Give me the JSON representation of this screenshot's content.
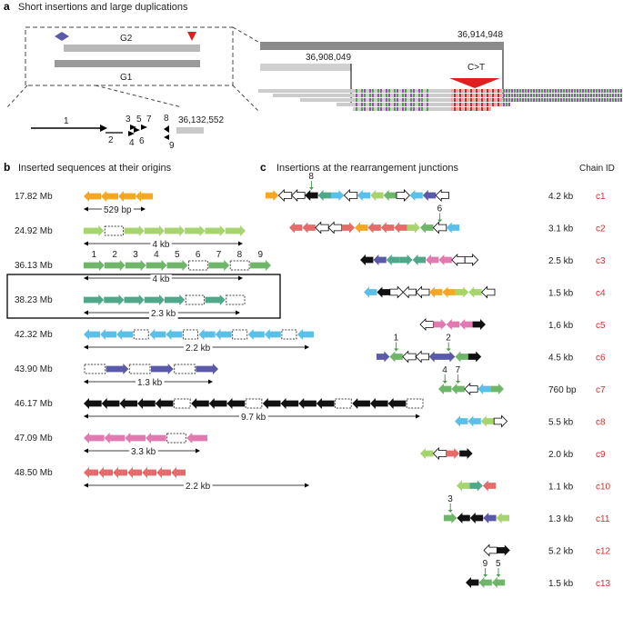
{
  "colors": {
    "orange": "#f5a623",
    "lime": "#a8d46f",
    "green": "#6fb56a",
    "teal": "#4fa88a",
    "cyan": "#5bc0e8",
    "purple": "#5a5aa8",
    "black": "#111111",
    "pink": "#e07ab0",
    "salmon": "#e56b6b",
    "white": "#ffffff",
    "gray": "#c0c0c0",
    "red": "#e02020",
    "darkgray": "#8a8a8a",
    "lightgray": "#cfcfcf"
  },
  "panel_a": {
    "letter": "a",
    "title": "Short insertions and large duplications",
    "g2_label": "G2",
    "g1_label": "G1",
    "coord_top": "36,914,948",
    "coord_mid": "36,908,049",
    "mutation": "C>T",
    "coord_small": "36,132,552",
    "arrow_numbers": [
      "1",
      "2",
      "3",
      "4",
      "5",
      "6",
      "7",
      "8",
      "9"
    ]
  },
  "panel_b": {
    "letter": "b",
    "title": "Inserted sequences at their origins",
    "rows": [
      {
        "pos": "17.82 Mb",
        "size": "529 bp",
        "color": "orange",
        "dir": "L",
        "n": 4,
        "gaps": []
      },
      {
        "pos": "24.92 Mb",
        "size": "4 kb",
        "color": "lime",
        "dir": "R",
        "n": 8,
        "gaps": [
          1
        ]
      },
      {
        "pos": "36.13 Mb",
        "size": "4 kb",
        "color": "green",
        "dir": "R",
        "n": 9,
        "gaps": [
          5,
          7
        ],
        "nums": [
          "1",
          "2",
          "3",
          "4",
          "5",
          "6",
          "7",
          "8",
          "9"
        ]
      },
      {
        "pos": "38.23 Mb",
        "size": "2.3 kb",
        "color": "teal",
        "dir": "R",
        "n": 8,
        "gaps": [
          5,
          7
        ]
      },
      {
        "pos": "42.32 Mb",
        "size": "2.2 kb",
        "color": "cyan",
        "dir": "L",
        "n": 14,
        "gaps": [
          3,
          6,
          9,
          12
        ]
      },
      {
        "pos": "43.90 Mb",
        "size": "1.3 kb",
        "color": "purple",
        "dir": "R",
        "n": 6,
        "gaps": [
          0,
          2,
          4
        ]
      },
      {
        "pos": "46.17 Mb",
        "size": "9.7 kb",
        "color": "black",
        "dir": "L",
        "n": 19,
        "gaps": [
          5,
          9,
          14,
          18
        ]
      },
      {
        "pos": "47.09 Mb",
        "size": "3.3 kb",
        "color": "pink",
        "dir": "L",
        "n": 6,
        "gaps": [
          4
        ]
      },
      {
        "pos": "48.50 Mb",
        "size": "2.2 kb",
        "color": "salmon",
        "dir": "L",
        "n": 7,
        "gaps": []
      }
    ]
  },
  "panel_c": {
    "letter": "c",
    "title": "Insertions at the rearrangement junctions",
    "chain_header": "Chain ID",
    "rows": [
      {
        "size": "4.2 kb",
        "id": "c1",
        "start": 292,
        "segs": [
          "orange",
          "white",
          "white",
          "black",
          "teal",
          "cyan",
          "white",
          "cyan",
          "lime",
          "green",
          "white",
          "cyan",
          "purple",
          "white"
        ],
        "marks": [
          {
            "n": "8",
            "i": 3
          }
        ]
      },
      {
        "size": "3.1 kb",
        "id": "c2",
        "start": 318,
        "segs": [
          "salmon",
          "salmon",
          "white",
          "white",
          "salmon",
          "orange",
          "salmon",
          "salmon",
          "salmon",
          "lime",
          "green",
          "white",
          "cyan"
        ],
        "marks": [
          {
            "n": "6",
            "i": 11
          }
        ]
      },
      {
        "size": "2.5 kb",
        "id": "c3",
        "start": 396,
        "segs": [
          "black",
          "purple",
          "teal",
          "teal",
          "teal",
          "pink",
          "pink",
          "white",
          "white"
        ],
        "marks": []
      },
      {
        "size": "1.5 kb",
        "id": "c4",
        "start": 400,
        "segs": [
          "cyan",
          "black",
          "white",
          "white",
          "white",
          "orange",
          "orange",
          "lime",
          "lime",
          "white"
        ],
        "marks": []
      },
      {
        "size": "1,6 kb",
        "id": "c5",
        "start": 462,
        "segs": [
          "white",
          "pink",
          "pink",
          "pink",
          "black"
        ],
        "marks": []
      },
      {
        "size": "4.5 kb",
        "id": "c6",
        "start": 414,
        "segs": [
          "purple",
          "green",
          "white",
          "white",
          "purple",
          "purple",
          "green",
          "black"
        ],
        "marks": [
          {
            "n": "1",
            "i": 1
          },
          {
            "n": "2",
            "i": 5
          }
        ]
      },
      {
        "size": "760 bp",
        "id": "c7",
        "start": 482,
        "segs": [
          "green",
          "green",
          "white",
          "cyan",
          "green"
        ],
        "marks": [
          {
            "n": "4",
            "i": 0
          },
          {
            "n": "7",
            "i": 1
          }
        ]
      },
      {
        "size": "5.5 kb",
        "id": "c8",
        "start": 500,
        "segs": [
          "cyan",
          "cyan",
          "lime",
          "white"
        ],
        "marks": []
      },
      {
        "size": "2.0 kb",
        "id": "c9",
        "start": 462,
        "segs": [
          "lime",
          "white",
          "salmon",
          "black"
        ],
        "marks": []
      },
      {
        "size": "1.1 kb",
        "id": "c10",
        "start": 502,
        "segs": [
          "lime",
          "teal",
          "salmon"
        ],
        "marks": []
      },
      {
        "size": "1.3 kb",
        "id": "c11",
        "start": 488,
        "segs": [
          "green",
          "black",
          "black",
          "purple",
          "lime"
        ],
        "marks": [
          {
            "n": "3",
            "i": 0
          }
        ]
      },
      {
        "size": "5.2 kb",
        "id": "c12",
        "start": 532,
        "segs": [
          "white",
          "black"
        ],
        "marks": []
      },
      {
        "size": "1.5 kb",
        "id": "c13",
        "start": 512,
        "segs": [
          "black",
          "green",
          "green"
        ],
        "marks": [
          {
            "n": "9",
            "i": 1
          },
          {
            "n": "5",
            "i": 2
          }
        ]
      }
    ]
  }
}
